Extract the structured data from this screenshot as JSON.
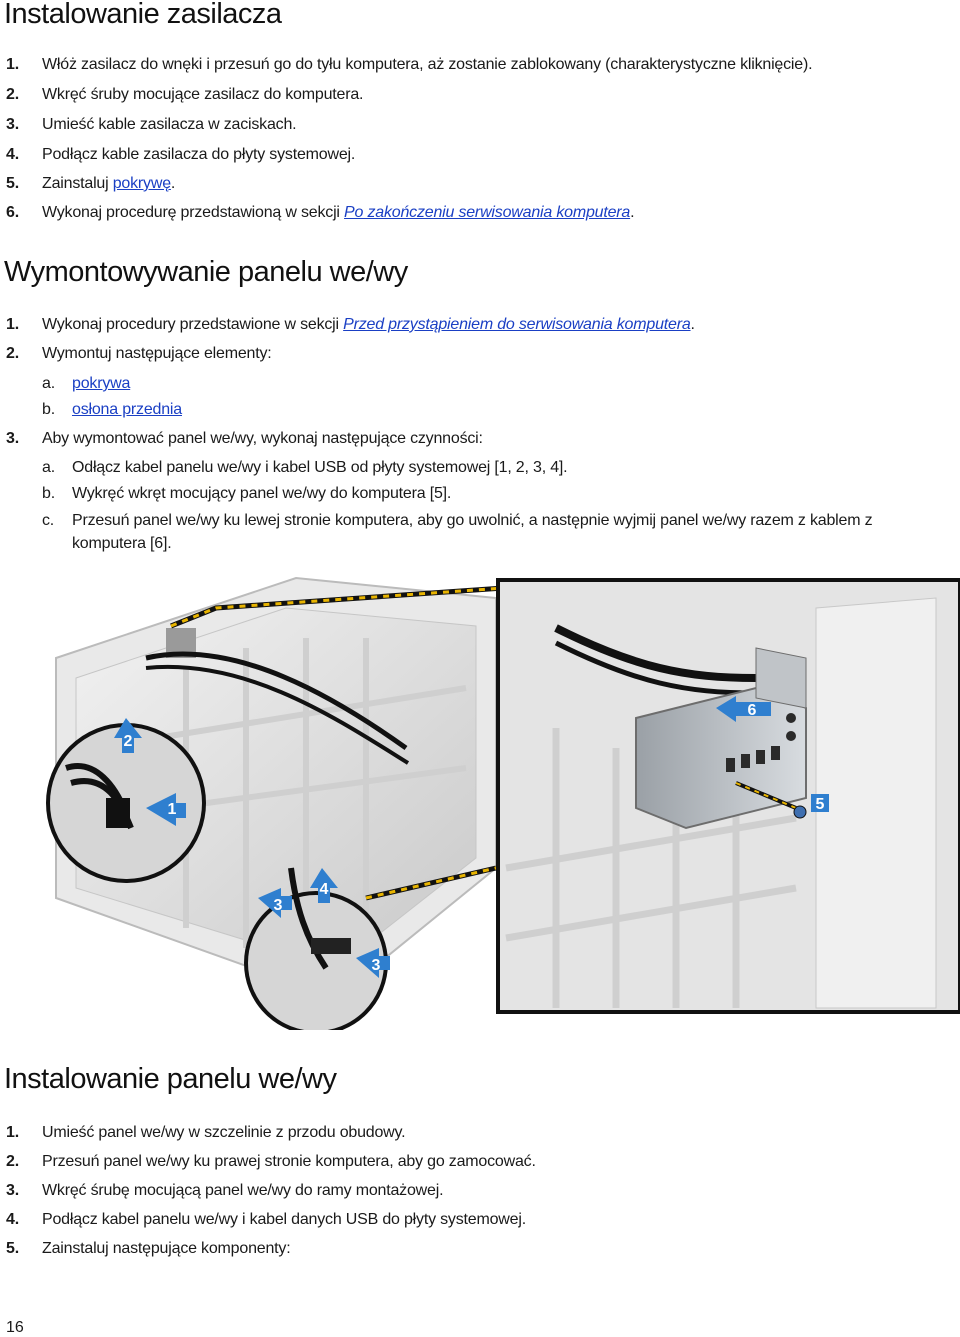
{
  "section1": {
    "title": "Instalowanie zasilacza",
    "steps": [
      {
        "num": "1.",
        "text": "Włóż zasilacz do wnęki i przesuń go do tyłu komputera, aż zostanie zablokowany (charakterystyczne kliknięcie)."
      },
      {
        "num": "2.",
        "text": "Wkręć śruby mocujące zasilacz do komputera."
      },
      {
        "num": "3.",
        "text": "Umieść kable zasilacza w zaciskach."
      },
      {
        "num": "4.",
        "text": "Podłącz kable zasilacza do płyty systemowej."
      },
      {
        "num": "5.",
        "pre": "Zainstaluj ",
        "link": "pokrywę",
        "post": "."
      },
      {
        "num": "6.",
        "pre": "Wykonaj procedurę przedstawioną w sekcji ",
        "link": "Po zakończeniu serwisowania komputera",
        "post": "."
      }
    ]
  },
  "section2": {
    "title": "Wymontowywanie panelu we/wy",
    "step1": {
      "num": "1.",
      "pre": "Wykonaj procedury przedstawione w sekcji ",
      "link": "Przed przystąpieniem do serwisowania komputera",
      "post": "."
    },
    "step2": {
      "num": "2.",
      "text": "Wymontuj następujące elementy:"
    },
    "step2_items": [
      {
        "num": "a.",
        "link": "pokrywa"
      },
      {
        "num": "b.",
        "link": "osłona przednia"
      }
    ],
    "step3": {
      "num": "3.",
      "text": "Aby wymontować panel we/wy, wykonaj następujące czynności:"
    },
    "step3_items": [
      {
        "num": "a.",
        "text": "Odłącz kabel panelu we/wy i kabel USB od płyty systemowej [1, 2, 3, 4]."
      },
      {
        "num": "b.",
        "text": "Wykręć wkręt mocujący panel we/wy do komputera [5]."
      },
      {
        "num": "c.",
        "text": "Przesuń panel we/wy ku lewej stronie komputera, aby go uwolnić, a następnie wyjmij panel we/wy razem z kablem z",
        "text2": "komputera [6]."
      }
    ]
  },
  "figure": {
    "callouts": [
      "1",
      "2",
      "3",
      "4",
      "5",
      "6"
    ]
  },
  "section3": {
    "title": "Instalowanie panelu we/wy",
    "steps": [
      {
        "num": "1.",
        "text": "Umieść panel we/wy w szczelinie z przodu obudowy."
      },
      {
        "num": "2.",
        "text": "Przesuń panel we/wy ku prawej stronie komputera, aby go zamocować."
      },
      {
        "num": "3.",
        "text": "Wkręć śrubę mocującą panel we/wy do ramy montażowej."
      },
      {
        "num": "4.",
        "text": "Podłącz kabel panelu we/wy i kabel danych USB do płyty systemowej."
      },
      {
        "num": "5.",
        "text": "Zainstaluj następujące komponenty:"
      }
    ]
  },
  "page_number": "16",
  "colors": {
    "link": "#1a3fc4",
    "callout": "#2f7fcf",
    "dash": "#e8b400"
  }
}
